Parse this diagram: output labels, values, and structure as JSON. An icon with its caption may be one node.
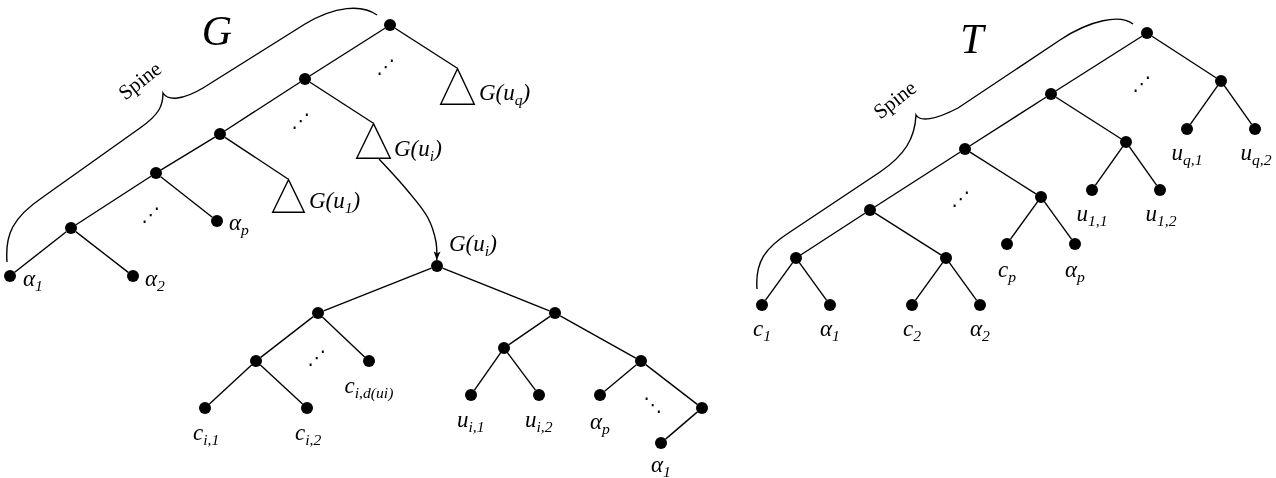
{
  "diagram": {
    "nodes": [
      {
        "text": [],
        "shape": "circle"
      },
      {
        "text": [],
        "shape": "triangle",
        "beside": [
          "G(u$_{q}$)"
        ]
      },
      {
        "text": [],
        "shape": "circle"
      },
      {
        "text": [],
        "shape": "triangle",
        "beside": [
          "G(u$_{i}$)"
        ]
      },
      {
        "text": [],
        "shape": "circle"
      },
      {
        "text": [],
        "shape": "triangle",
        "beside": [
          "G(u$_{1}$)"
        ]
      },
      {
        "text": [],
        "shape": "circle"
      },
      {
        "text": [],
        "shape": "circle",
        "beside": [
          "α$_{p}$"
        ]
      },
      {
        "text": [],
        "shape": "circle"
      },
      {
        "text": [],
        "shape": "circle",
        "beside": [
          "α$_{1}$"
        ]
      },
      {
        "text": [],
        "shape": "circle",
        "beside": [
          "α$_{2}$"
        ]
      },
      {
        "text": [],
        "shape": "circle",
        "beside": [
          "G(u$_{i}$)"
        ]
      },
      {
        "text": [],
        "shape": "circle"
      },
      {
        "text": [],
        "shape": "circle"
      },
      {
        "text": [],
        "shape": "circle"
      },
      {
        "text": [],
        "shape": "circle",
        "beside": [
          "c$_{i,d(u}$$_{i}$$_{)}$"
        ]
      },
      {
        "text": [],
        "shape": "circle",
        "beside": [
          "c$_{i,1}$"
        ]
      },
      {
        "text": [],
        "shape": "circle",
        "beside": [
          "c$_{i,2}$"
        ]
      },
      {
        "text": [],
        "shape": "circle"
      },
      {
        "text": [],
        "shape": "circle"
      },
      {
        "text": [],
        "shape": "circle",
        "beside": [
          "u$_{i,1}$"
        ]
      },
      {
        "text": [],
        "shape": "circle",
        "beside": [
          "u$_{i,2}$"
        ]
      },
      {
        "text": [],
        "shape": "circle",
        "beside": [
          "α$_{p}$"
        ]
      },
      {
        "text": [],
        "shape": "circle"
      },
      {
        "text": [],
        "shape": "circle",
        "beside": [
          "α$_{1}$"
        ]
      },
      {
        "text": [],
        "shape": "circle"
      },
      {
        "text": [],
        "shape": "circle"
      },
      {
        "text": [],
        "shape": "circle"
      },
      {
        "text": [],
        "shape": "circle",
        "beside": [
          "u$_{q,1}$"
        ]
      },
      {
        "text": [],
        "shape": "circle",
        "beside": [
          "u$_{q,2}$"
        ]
      },
      {
        "text": [],
        "shape": "circle"
      },
      {
        "text": [],
        "shape": "circle"
      },
      {
        "text": [],
        "shape": "circle",
        "beside": [
          "u$_{1,1}$"
        ]
      },
      {
        "text": [],
        "shape": "circle",
        "beside": [
          "u$_{1,2}$"
        ]
      },
      {
        "text": [],
        "shape": "circle"
      },
      {
        "text": [],
        "shape": "circle"
      },
      {
        "text": [],
        "shape": "circle",
        "beside": [
          "c$_{p}$"
        ]
      },
      {
        "text": [],
        "shape": "circle",
        "beside": [
          "α$_{p}$"
        ]
      },
      {
        "text": [],
        "shape": "circle"
      },
      {
        "text": [],
        "shape": "circle"
      },
      {
        "text": [],
        "shape": "circle",
        "beside": [
          "c$_{2}$"
        ]
      },
      {
        "text": [],
        "shape": "circle",
        "beside": [
          "α$_{2}$"
        ]
      },
      {
        "text": [],
        "shape": "circle",
        "beside": [
          "c$_{1}$"
        ]
      },
      {
        "text": [],
        "shape": "circle",
        "beside": [
          "α$_{1}$"
        ]
      }
    ],
    "edges": [
      {
        "from": 0,
        "to": 2,
        "arrow": "none"
      },
      {
        "from": 0,
        "to": 1,
        "arrow": "none"
      },
      {
        "from": 2,
        "to": 4,
        "arrow": "none"
      },
      {
        "from": 2,
        "to": 3,
        "arrow": "none"
      },
      {
        "from": 4,
        "to": 6,
        "arrow": "none"
      },
      {
        "from": 4,
        "to": 5,
        "arrow": "none"
      },
      {
        "from": 6,
        "to": 8,
        "arrow": "none"
      },
      {
        "from": 6,
        "to": 7,
        "arrow": "none"
      },
      {
        "from": 8,
        "to": 9,
        "arrow": "none"
      },
      {
        "from": 8,
        "to": 10,
        "arrow": "none"
      },
      {
        "from": 3,
        "to": 11,
        "arrow": "to"
      },
      {
        "from": 11,
        "to": 12,
        "arrow": "none"
      },
      {
        "from": 11,
        "to": 13,
        "arrow": "none"
      },
      {
        "from": 12,
        "to": 14,
        "arrow": "none"
      },
      {
        "from": 12,
        "to": 15,
        "arrow": "none"
      },
      {
        "from": 14,
        "to": 16,
        "arrow": "none"
      },
      {
        "from": 14,
        "to": 17,
        "arrow": "none"
      },
      {
        "from": 13,
        "to": 18,
        "arrow": "none"
      },
      {
        "from": 13,
        "to": 19,
        "arrow": "none"
      },
      {
        "from": 18,
        "to": 20,
        "arrow": "none"
      },
      {
        "from": 18,
        "to": 21,
        "arrow": "none"
      },
      {
        "from": 19,
        "to": 22,
        "arrow": "none"
      },
      {
        "from": 19,
        "to": 23,
        "arrow": "none"
      },
      {
        "from": 23,
        "to": 24,
        "arrow": "none"
      },
      {
        "from": 25,
        "to": 26,
        "arrow": "none"
      },
      {
        "from": 25,
        "to": 27,
        "arrow": "none"
      },
      {
        "from": 27,
        "to": 28,
        "arrow": "none"
      },
      {
        "from": 27,
        "to": 29,
        "arrow": "none"
      },
      {
        "from": 26,
        "to": 30,
        "arrow": "none"
      },
      {
        "from": 26,
        "to": 31,
        "arrow": "none"
      },
      {
        "from": 31,
        "to": 32,
        "arrow": "none"
      },
      {
        "from": 31,
        "to": 33,
        "arrow": "none"
      },
      {
        "from": 30,
        "to": 34,
        "arrow": "none"
      },
      {
        "from": 30,
        "to": 35,
        "arrow": "none"
      },
      {
        "from": 35,
        "to": 36,
        "arrow": "none"
      },
      {
        "from": 35,
        "to": 37,
        "arrow": "none"
      },
      {
        "from": 34,
        "to": 38,
        "arrow": "none"
      },
      {
        "from": 34,
        "to": 39,
        "arrow": "none"
      },
      {
        "from": 38,
        "to": 42,
        "arrow": "none"
      },
      {
        "from": 38,
        "to": 43,
        "arrow": "none"
      },
      {
        "from": 39,
        "to": 40,
        "arrow": "none"
      },
      {
        "from": 39,
        "to": 41,
        "arrow": "none"
      }
    ],
    "labels": [
      "G",
      "Spine",
      "⋰",
      "⋰",
      "⋰",
      "⋰",
      "⋱",
      "T",
      "Spine",
      "⋰",
      "⋰"
    ]
  }
}
